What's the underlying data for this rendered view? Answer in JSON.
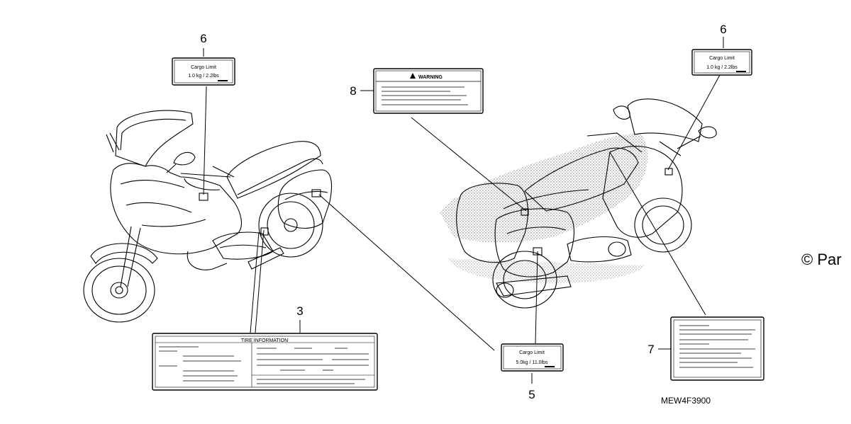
{
  "callouts": {
    "c6_left": "6",
    "c6_right": "6",
    "c8": "8",
    "c3": "3",
    "c5": "5",
    "c7": "7"
  },
  "labels": {
    "cargo_left_title": "Cargo Limit",
    "cargo_left_value": "1.0 kg /  2.2lbs",
    "cargo_right_title": "Cargo Limit",
    "cargo_right_value": "1.0 kg /  2.2lbs",
    "cargo_bottom_title": "Cargo Limit",
    "cargo_bottom_value": "5.0kg / 11.0lbs",
    "warning_title": "WARNING",
    "tire_title": "TIRE INFORMATION"
  },
  "diagram_code": "MEW4F3900",
  "copyright": "© Par"
}
